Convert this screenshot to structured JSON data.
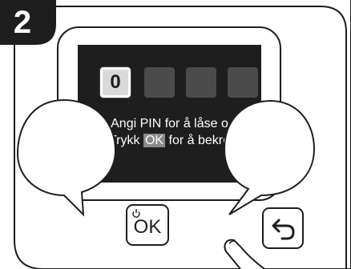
{
  "step": {
    "number": "2"
  },
  "display": {
    "pin_digits": [
      "0",
      "",
      "",
      ""
    ],
    "line1": "Angi PIN for å låse o",
    "line2_before": "Trykk ",
    "line2_ok": "OK",
    "line2_after": " for å bekre"
  },
  "buttons": {
    "ok_label": "OK",
    "power_icon": "power-icon",
    "back_icon": "back-arrow-icon"
  },
  "colors": {
    "screen": "#1e1e1e",
    "pin_inactive": "#4b4b4b",
    "outline": "#1e1e1e"
  }
}
